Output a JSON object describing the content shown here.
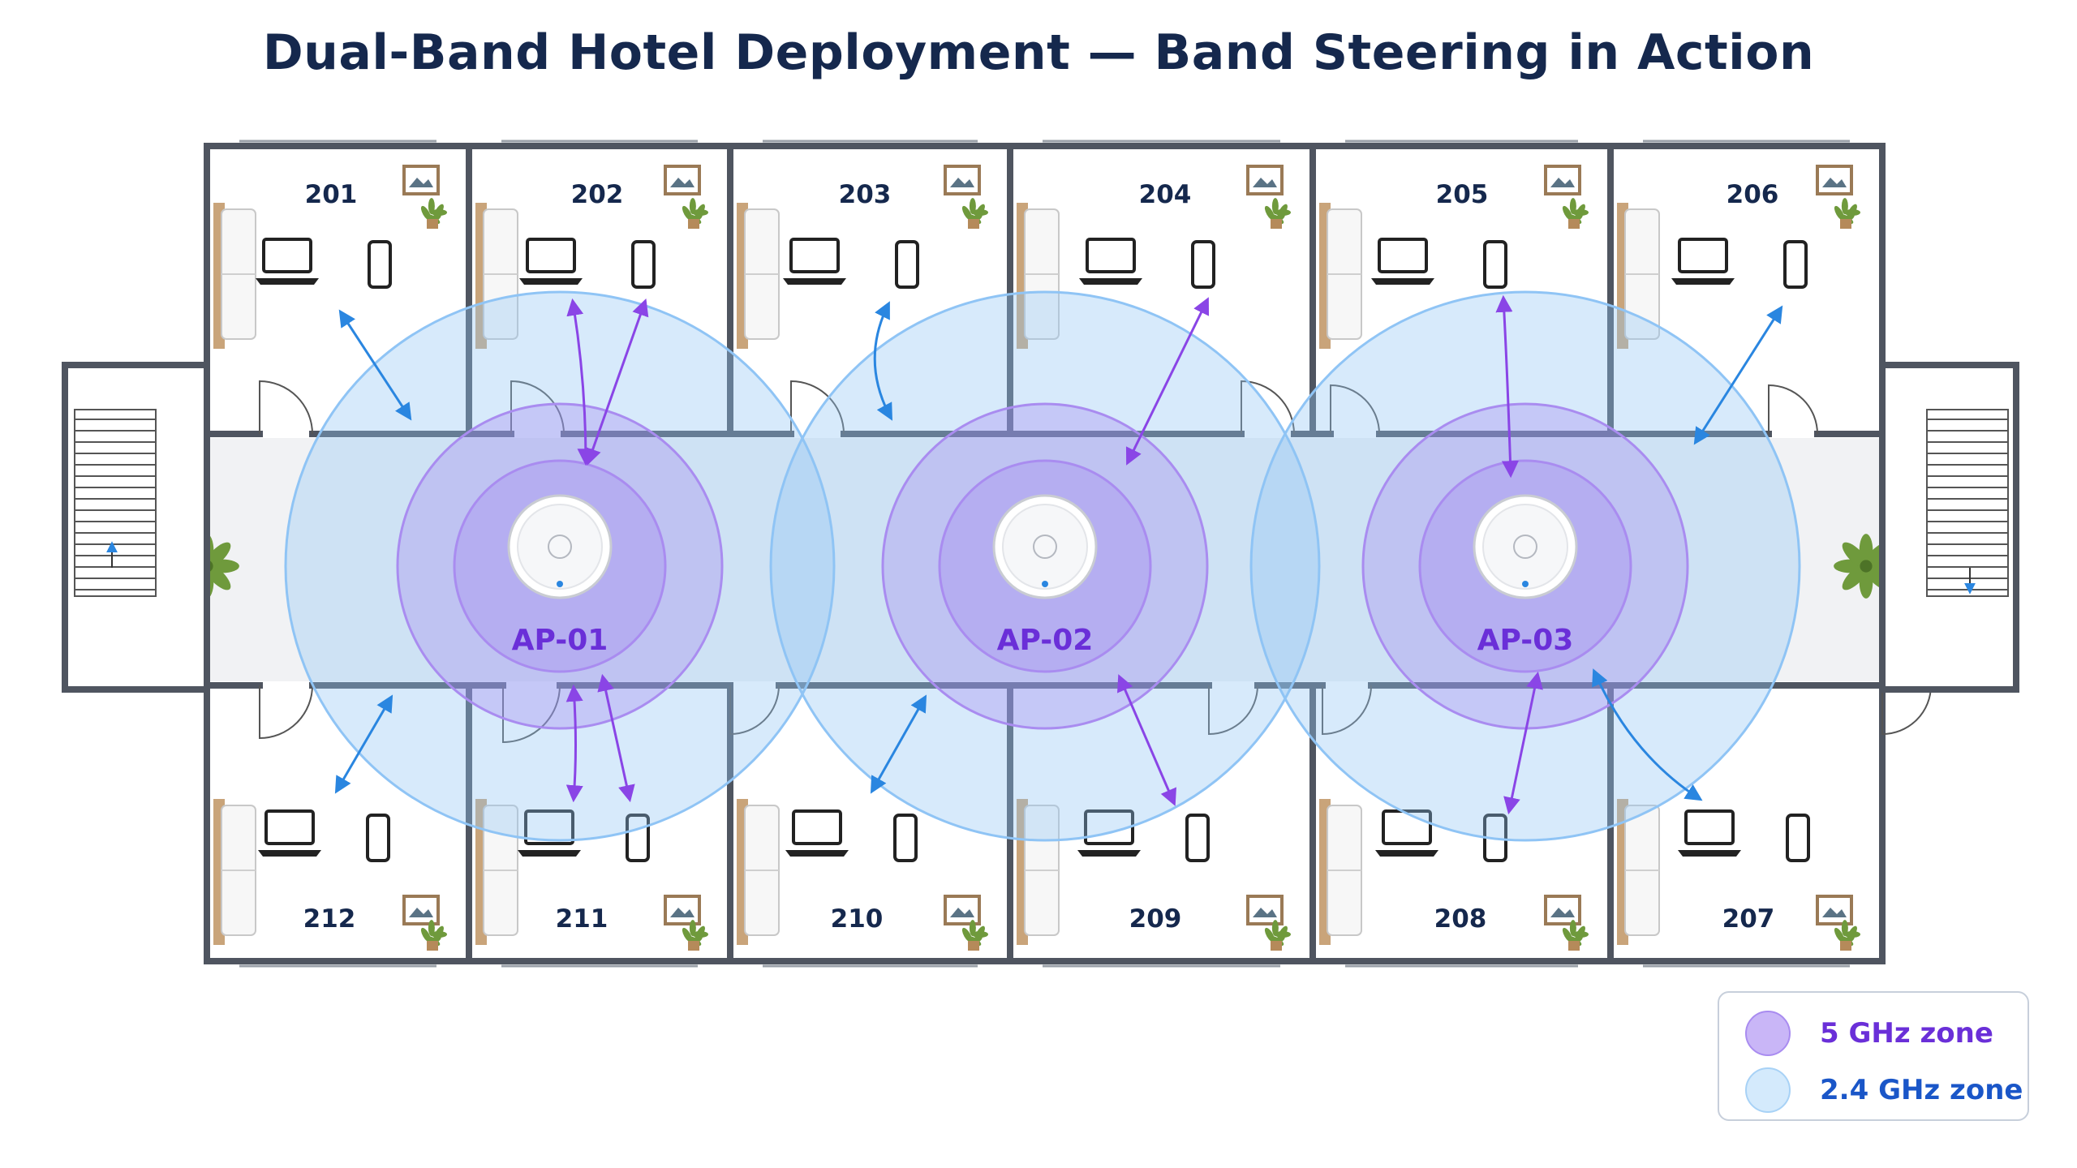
{
  "title": "Dual-Band Hotel Deployment — Band Steering in Action",
  "rooms_top": [
    "201",
    "202",
    "203",
    "204",
    "205",
    "206"
  ],
  "rooms_bottom": [
    "212",
    "211",
    "210",
    "209",
    "208",
    "207"
  ],
  "access_points": [
    {
      "label": "AP-01"
    },
    {
      "label": "AP-02"
    },
    {
      "label": "AP-03"
    }
  ],
  "legend": {
    "five_ghz": "5 GHz zone",
    "two_four_ghz": "2.4 GHz zone"
  },
  "colors": {
    "five_ghz": "#9b7bf0",
    "two_four_ghz": "#8fc4f5",
    "five_ghz_text": "#6a2fd8",
    "two_four_ghz_text": "#1a56c8",
    "ap_label": "#6a2fd8",
    "room_number": "#15284d",
    "arrow_5ghz": "#8a45e6",
    "arrow_24ghz": "#2a86e0",
    "wall": "#4f5560"
  }
}
